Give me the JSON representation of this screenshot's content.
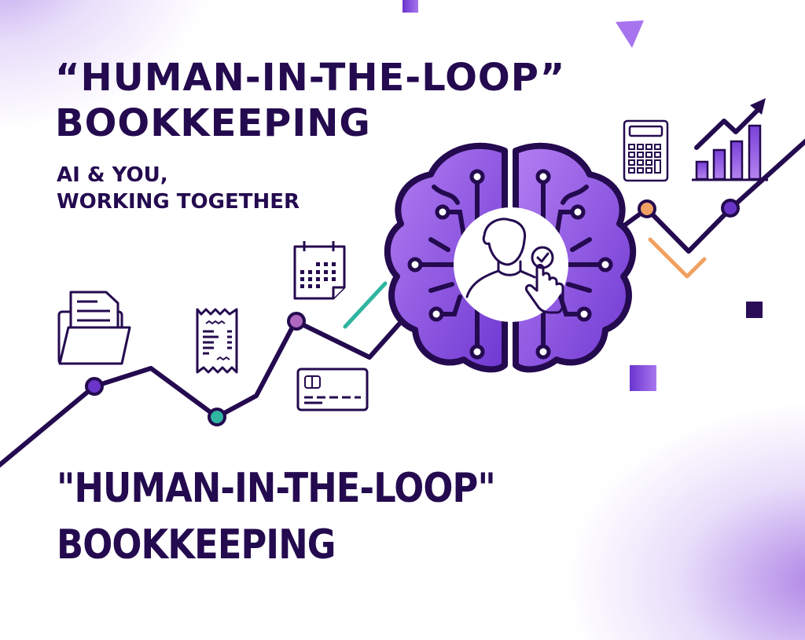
{
  "headline": {
    "line1": "“HUMAN-IN-THE-LOOP”",
    "line2": "BOOKKEEPING"
  },
  "subheadline": {
    "line1": "AI & YOU,",
    "line2": "WORKING TOGETHER"
  },
  "bottom_headline": {
    "line1": "\"HUMAN-IN-THE-LOOP\"",
    "line2": "BOOKKEEPING"
  },
  "icons": [
    "document-folder-icon",
    "receipt-icon",
    "calendar-icon",
    "credit-card-icon",
    "brain-circuit-icon",
    "person-approve-icon",
    "calculator-icon",
    "growth-chart-icon",
    "checkmark-icon"
  ],
  "colors": {
    "ink": "#240a4f",
    "brain_purple": "#8a4fe0",
    "brain_purple_light": "#b07cf0",
    "teal": "#2fb5a0",
    "orange": "#f0a060",
    "pink_node": "#b067c0",
    "node_purple": "#6a35c8"
  }
}
